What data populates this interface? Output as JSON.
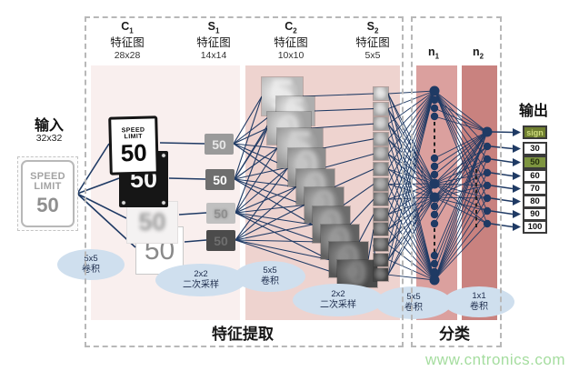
{
  "input": {
    "label": "输入",
    "size": "32x32",
    "sign": {
      "line1": "SPEED",
      "line2": "LIMIT",
      "value": "50"
    }
  },
  "layers": [
    {
      "id": "C1",
      "letter": "C",
      "sub": "1",
      "label": "特征图",
      "size": "28x28",
      "count": 4
    },
    {
      "id": "S1",
      "letter": "S",
      "sub": "1",
      "label": "特征图",
      "size": "14x14",
      "count": 4
    },
    {
      "id": "C2",
      "letter": "C",
      "sub": "2",
      "label": "特征图",
      "size": "10x10",
      "count": 11
    },
    {
      "id": "S2",
      "letter": "S",
      "sub": "2",
      "label": "特征图",
      "size": "5x5",
      "count": 13
    },
    {
      "id": "n1",
      "letter": "n",
      "sub": "1",
      "label": "",
      "size": "",
      "count": 16
    },
    {
      "id": "n2",
      "letter": "n",
      "sub": "2",
      "label": "",
      "size": "",
      "count": 8
    }
  ],
  "feature_tiles": {
    "c1_value": "50",
    "s1_value": "50"
  },
  "operations": [
    {
      "size": "5x5",
      "name": "卷积"
    },
    {
      "size": "2x2",
      "name": "二次采样"
    },
    {
      "size": "5x5",
      "name": "卷积"
    },
    {
      "size": "2x2",
      "name": "二次采样"
    },
    {
      "size": "5x5",
      "name": "卷积"
    },
    {
      "size": "1x1",
      "name": "卷积"
    }
  ],
  "sections": {
    "feature_extraction": "特征提取",
    "classification": "分类"
  },
  "output": {
    "label": "输出",
    "items": [
      {
        "label": "sign",
        "style": "sign"
      },
      {
        "label": "30",
        "style": "plain"
      },
      {
        "label": "50",
        "style": "hl"
      },
      {
        "label": "60",
        "style": "plain"
      },
      {
        "label": "70",
        "style": "plain"
      },
      {
        "label": "80",
        "style": "plain"
      },
      {
        "label": "90",
        "style": "plain"
      },
      {
        "label": "100",
        "style": "plain"
      }
    ]
  },
  "watermark": "www.cntronics.com",
  "colors": {
    "line": "#1f3a64",
    "neuron": "#1f3a64",
    "band1": "#f9efee",
    "band2": "#eed3cf",
    "band3": "#dba09e",
    "band4": "#c9827f",
    "ellipse": "#cfdfee",
    "highlight_green": "#7e9540",
    "sign_green": "#6f7f2f",
    "watermark_green": "#a5dd9f",
    "dash": "#222222"
  }
}
